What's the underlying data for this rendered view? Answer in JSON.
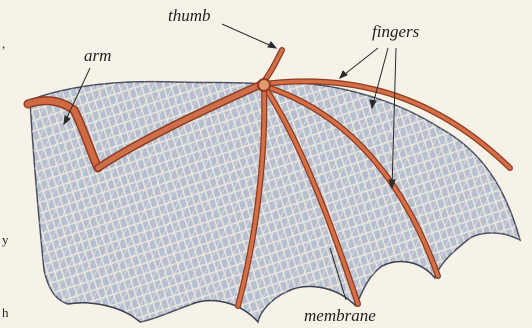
{
  "labels": {
    "thumb": "thumb",
    "fingers": "fingers",
    "arm": "arm",
    "membrane": "membrane"
  },
  "margin_marks": {
    "mark1": ",",
    "mark2": "y",
    "mark3": "h"
  },
  "colors": {
    "background": "#f6f2e8",
    "membrane": "#b9c2d2",
    "membrane_vein": "#ece8df",
    "bone": "#c9623d",
    "bone_dark": "#8e3b22",
    "leader": "#2a2a2a"
  }
}
